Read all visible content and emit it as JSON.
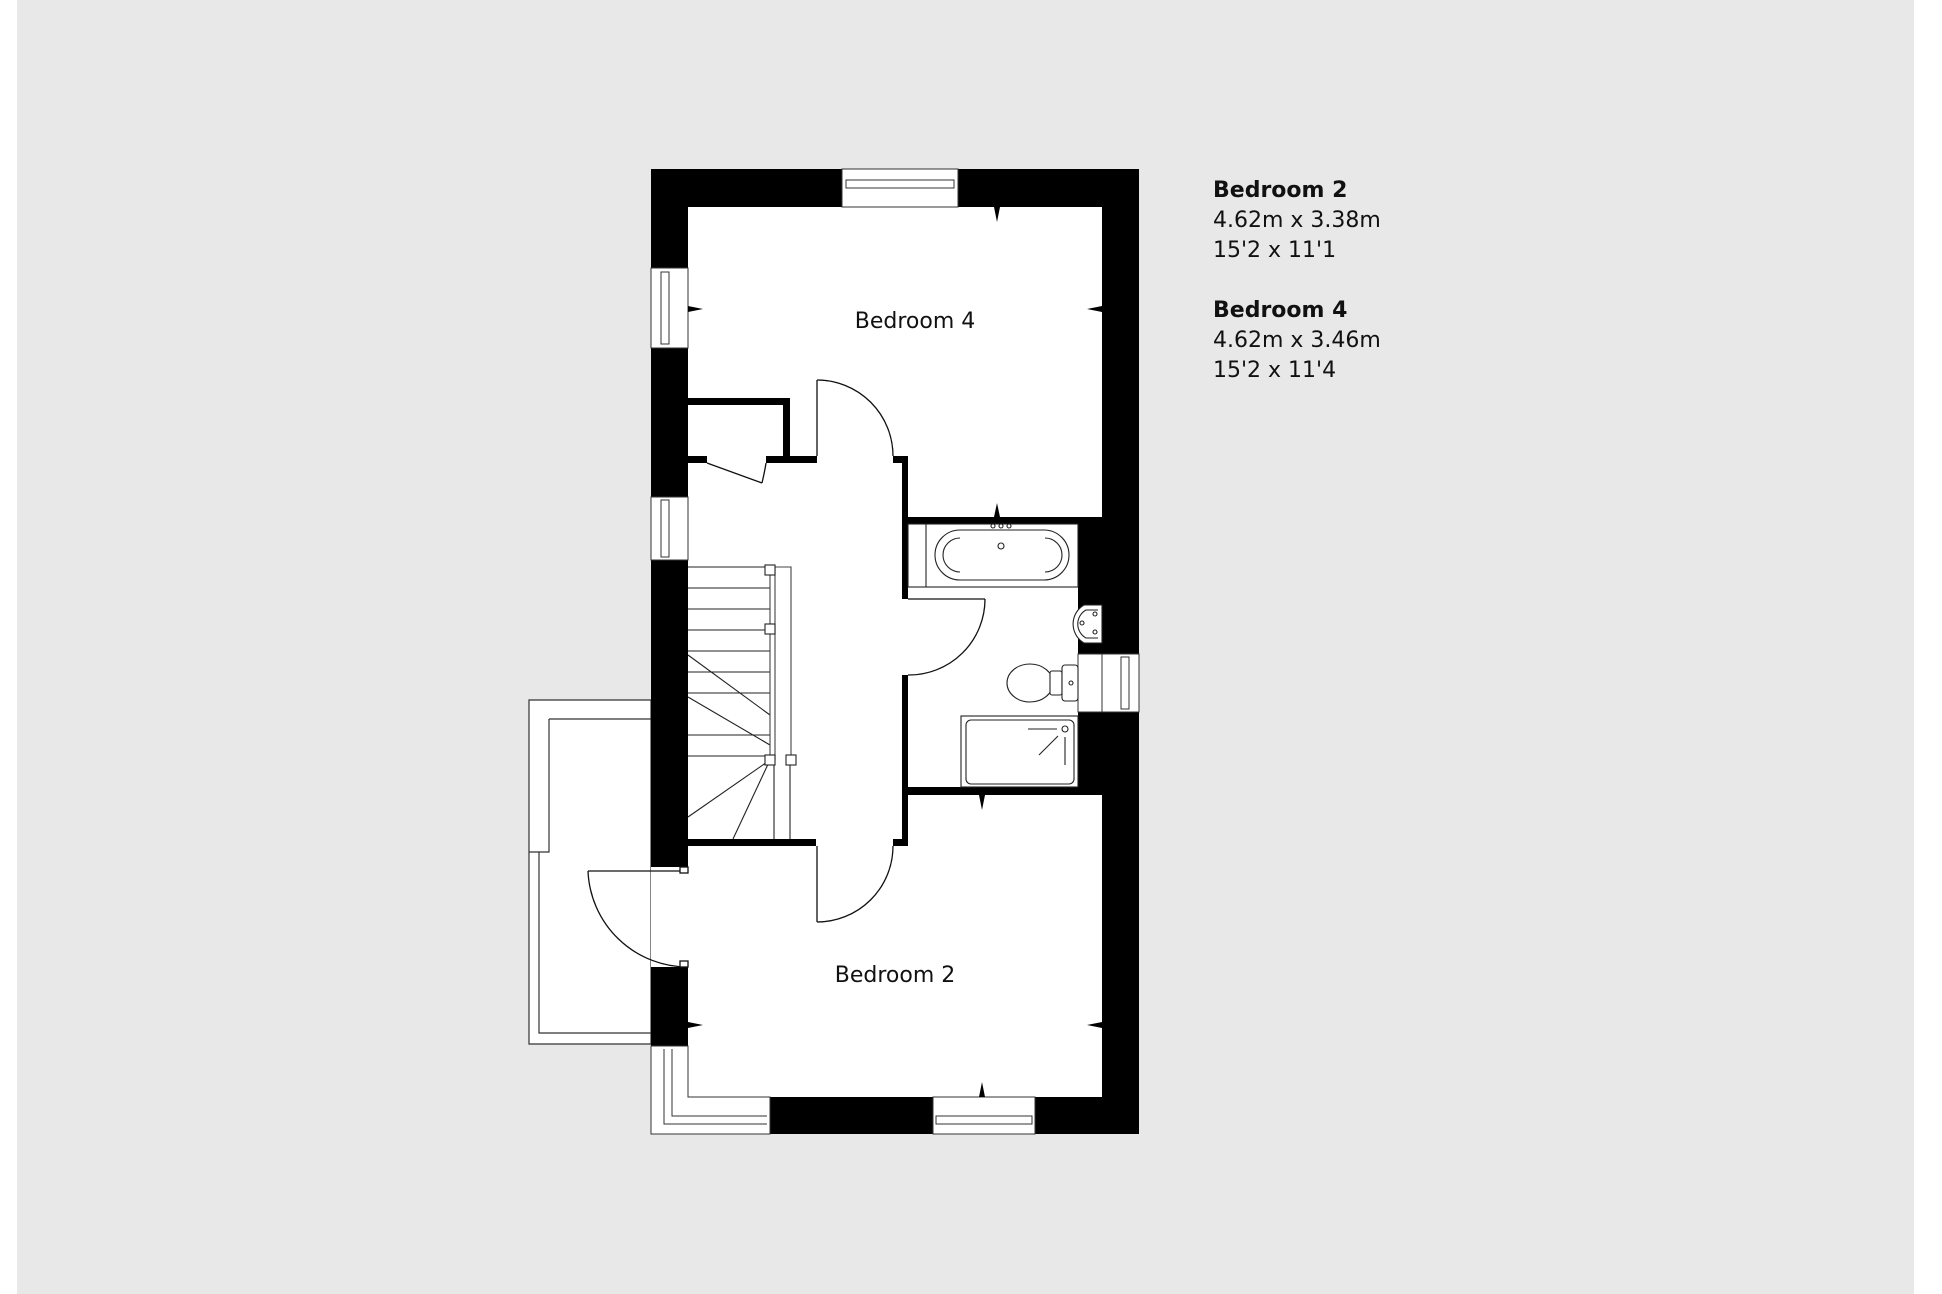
{
  "plan": {
    "background_color": "#e8e8e8",
    "wall_color": "#000000",
    "floor_color": "#ffffff",
    "rooms": [
      {
        "id": "bedroom-4",
        "label": "Bedroom 4"
      },
      {
        "id": "bedroom-2",
        "label": "Bedroom 2"
      }
    ],
    "fixtures": [
      "bath",
      "wash-basin",
      "toilet",
      "shower-tray",
      "staircase",
      "storage-cupboard",
      "balcony"
    ]
  },
  "legend": {
    "rooms": [
      {
        "name": "Bedroom 2",
        "metric": "4.62m x 3.38m",
        "imperial": "15'2 x 11'1"
      },
      {
        "name": "Bedroom 4",
        "metric": "4.62m x 3.46m",
        "imperial": "15'2 x 11'4"
      }
    ]
  }
}
